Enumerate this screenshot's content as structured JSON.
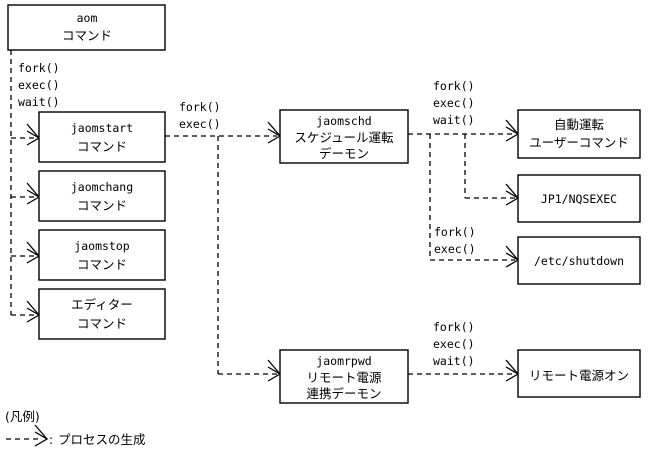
{
  "diagram": {
    "type": "process-generation-diagram",
    "background_color": "#ffffff",
    "line_color": "#000000",
    "boxes": {
      "aom": {
        "line1": "aom",
        "line2": "コマンド"
      },
      "jaomstart": {
        "line1": "jaomstart",
        "line2": "コマンド"
      },
      "jaomchang": {
        "line1": "jaomchang",
        "line2": "コマンド"
      },
      "jaomstop": {
        "line1": "jaomstop",
        "line2": "コマンド"
      },
      "editor": {
        "line1": "エディター",
        "line2": "コマンド"
      },
      "jaomschd": {
        "line1": "jaomschd",
        "line2": "スケジュール運転",
        "line3": "デーモン"
      },
      "jaomrpwd": {
        "line1": "jaomrpwd",
        "line2": "リモート電源",
        "line3": "連携デーモン"
      },
      "auto_user_command": {
        "line1": "自動運転",
        "line2": "ユーザーコマンド"
      },
      "jp1_nqsexec": {
        "line1": "JP1/NQSEXEC"
      },
      "etc_shutdown": {
        "line1": "/etc/shutdown"
      },
      "remote_power_on": {
        "line1": "リモート電源オン"
      }
    },
    "call_labels": {
      "aom_branch": {
        "l1": "fork()",
        "l2": "exec()",
        "l3": "wait()"
      },
      "start_to_schd": {
        "l1": "fork()",
        "l2": "exec()"
      },
      "schd_upper": {
        "l1": "fork()",
        "l2": "exec()",
        "l3": "wait()"
      },
      "schd_lower": {
        "l1": "fork()",
        "l2": "exec()"
      },
      "rpwd_right": {
        "l1": "fork()",
        "l2": "exec()",
        "l3": "wait()"
      }
    },
    "legend": {
      "title": "(凡例)",
      "arrow_glyph": "- - ->:",
      "description": "プロセスの生成"
    }
  }
}
